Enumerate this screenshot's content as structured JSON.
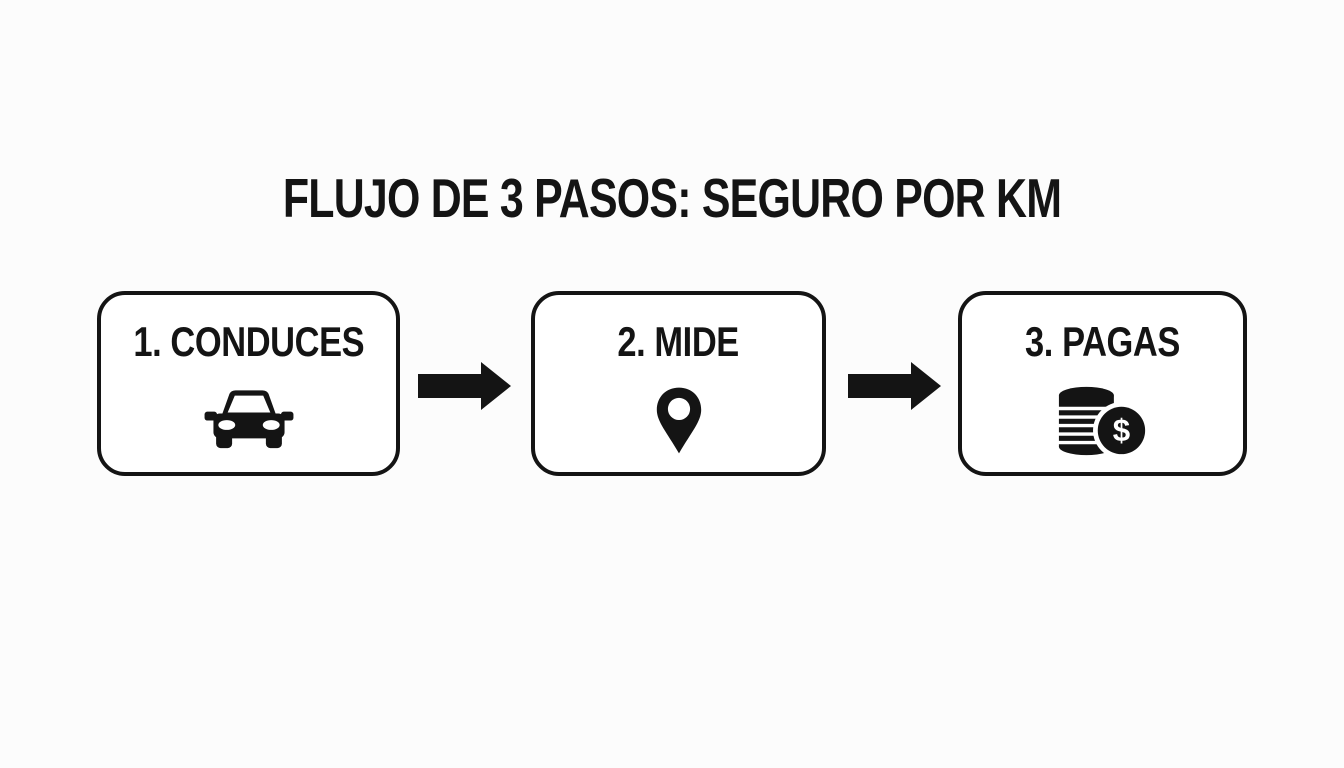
{
  "diagram": {
    "title": "FLUJO DE 3 PASOS: SEGURO POR KM",
    "steps": [
      {
        "label": "1. CONDUCES",
        "icon": "car-icon"
      },
      {
        "label": "2. MIDE",
        "icon": "location-pin-icon"
      },
      {
        "label": "3. PAGAS",
        "icon": "coins-dollar-icon"
      }
    ],
    "connector_icon": "arrow-right-icon",
    "coin_symbol": "$",
    "colors": {
      "ink": "#141414",
      "background": "#fcfcfc",
      "box_fill": "#ffffff"
    }
  }
}
